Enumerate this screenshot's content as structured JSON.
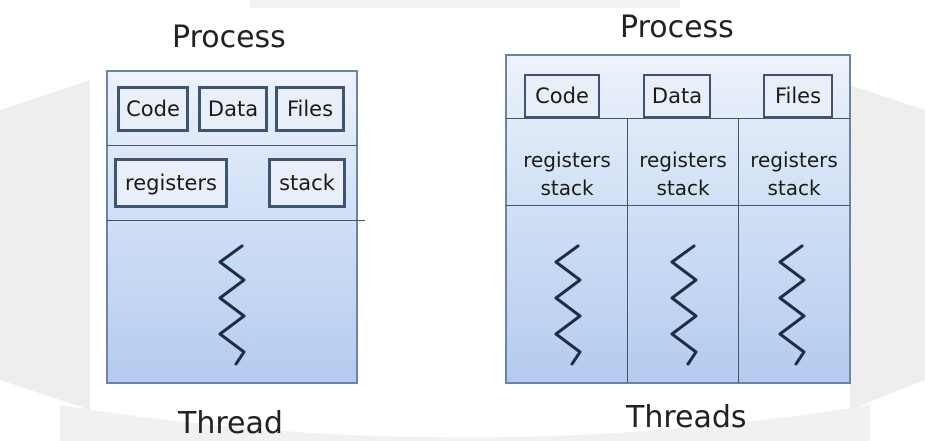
{
  "left_diagram": {
    "title": "Process",
    "caption": "Thread",
    "boxes": {
      "code": "Code",
      "data": "Data",
      "files": "Files",
      "registers": "registers",
      "stack": "stack"
    }
  },
  "right_diagram": {
    "title": "Process",
    "caption": "Threads",
    "boxes": {
      "code": "Code",
      "data": "Data",
      "files": "Files"
    },
    "columns": [
      {
        "registers": "registers",
        "stack": "stack"
      },
      {
        "registers": "registers",
        "stack": "stack"
      },
      {
        "registers": "registers",
        "stack": "stack"
      }
    ]
  },
  "colors": {
    "border": "#6a84a8",
    "box_border": "#3f5470",
    "fill_top": "#eef3fb",
    "fill_bottom": "#b4cbef"
  },
  "icons": [
    "thread-squiggle-icon"
  ]
}
